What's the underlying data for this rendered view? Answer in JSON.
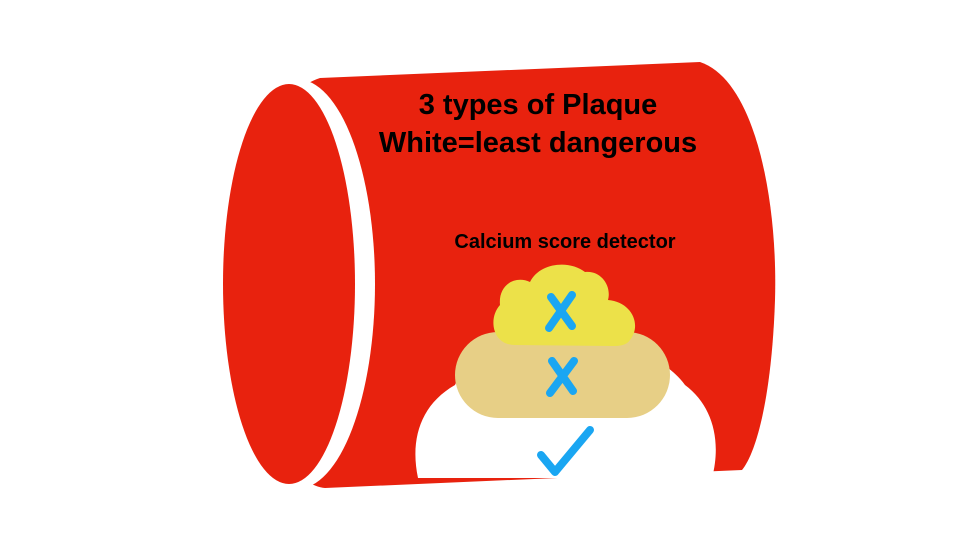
{
  "title_line1": "3 types of Plaque",
  "title_line2": "White=least dangerous",
  "detector_label": "Calcium score detector",
  "colors": {
    "artery": "#e8220e",
    "background": "#ffffff",
    "soft_plaque": "#ece149",
    "mixed_plaque": "#e7cf86",
    "calcified_plaque": "#ffffff",
    "mark": "#1aa6f2",
    "text": "#000000"
  },
  "plaques": [
    {
      "name": "yellow",
      "mark": "cross-icon",
      "detected": false
    },
    {
      "name": "tan",
      "mark": "cross-icon",
      "detected": false
    },
    {
      "name": "white",
      "mark": "checkmark-icon",
      "detected": true
    }
  ]
}
